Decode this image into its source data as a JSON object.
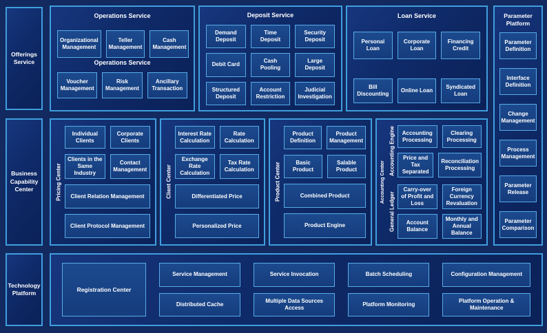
{
  "left_rail": {
    "offerings": "Offerings Service",
    "business": "Business Capability Center",
    "technology": "Technology Platform"
  },
  "operations_service": {
    "title": "Operations Service",
    "subtitle": "Operations Service",
    "row1": [
      "Organizational Management",
      "Teller Management",
      "Cash Management"
    ],
    "row2": [
      "Voucher Management",
      "Risk Management",
      "Ancillary Transaction"
    ]
  },
  "deposit_service": {
    "title": "Deposit Service",
    "boxes": [
      "Demand Deposit",
      "Time Deposit",
      "Security Deposit",
      "Debit Card",
      "Cash Pooling",
      "Large Deposit",
      "Structured Deposit",
      "Account Restriction",
      "Judicial Investigation"
    ]
  },
  "loan_service": {
    "title": "Loan Service",
    "row1": [
      "Personal Loan",
      "Corporate Loan",
      "Financing Credit"
    ],
    "row2": [
      "Bill Discounting",
      "Online Loan",
      "Syndicated Loan"
    ]
  },
  "parameter_platform": {
    "title": "Parameter Platform",
    "boxes": [
      "Parameter Definition",
      "Interface Definition",
      "Change Management",
      "Process Management",
      "Parameter Release",
      "Parameter Comparison"
    ]
  },
  "pricing_center": {
    "label": "Pricing Center",
    "grid": [
      "Individual Clients",
      "Corporate Clients",
      "Clients in the Same Industry",
      "Contact Management"
    ],
    "wide": [
      "Client Relation Management",
      "Client Protocol Management"
    ]
  },
  "client_center": {
    "label": "Client Center",
    "grid": [
      "Interest Rate Calculation",
      "Rate Calculation",
      "Exchange Rate Calculation",
      "Tax Rate Calculation"
    ],
    "wide": [
      "Differentiated Price",
      "Personalized Price"
    ]
  },
  "product_center": {
    "label": "Product Center",
    "grid": [
      "Product Definition",
      "Product Management",
      "Basic Product",
      "Salable Product"
    ],
    "wide": [
      "Combined Product",
      "Product Engine"
    ]
  },
  "accounting_center": {
    "label": "Accounting Center",
    "engine_label": "Accounting Engine",
    "engine_boxes": [
      "Accounting Processing",
      "Clearing Processing",
      "Price and Tax Separated",
      "Reconciliation Processing"
    ],
    "ledger_label": "General Ledger",
    "ledger_boxes": [
      "Carry-over of Profit and Loss",
      "Foreign Currency Revaluation",
      "Account Balance",
      "Monthly and Annual Balance"
    ]
  },
  "technology_panel": {
    "registration": "Registration Center",
    "row1": [
      "Service Management",
      "Service Invocation",
      "Batch Scheduling",
      "Configuration Management"
    ],
    "row2": [
      "Distributed Cache",
      "Multiple Data Sources Access",
      "Platform Monitoring",
      "Platform Operation & Maintenance"
    ]
  },
  "colors": {
    "background": "#122a60",
    "panel_border": "#3f9edf",
    "box_border": "#57ace8",
    "box_fill": "#1c4a8e",
    "text": "#ffffff"
  }
}
